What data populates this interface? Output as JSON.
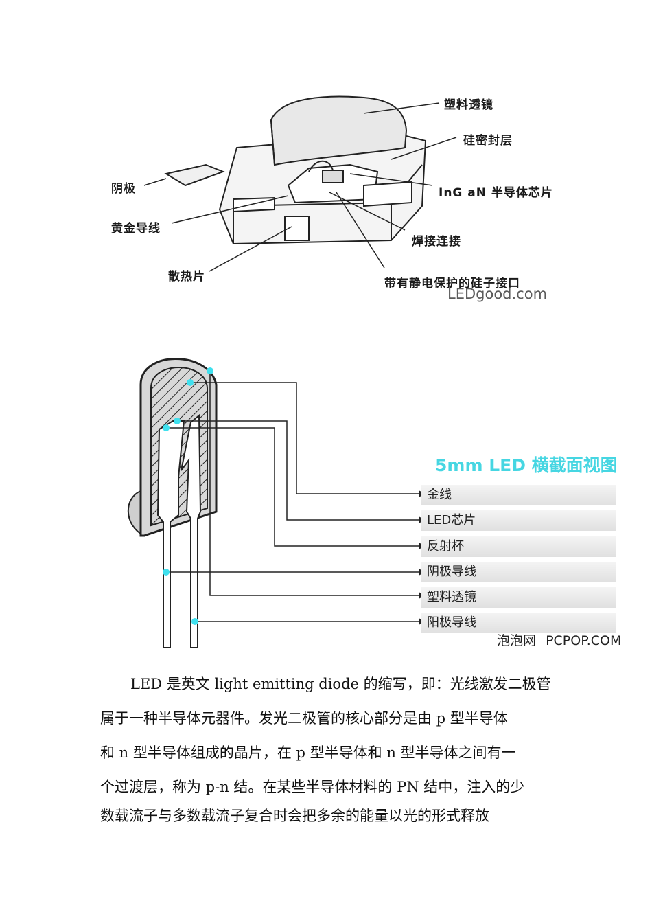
{
  "figure1": {
    "labels": {
      "lens": "塑料透镜",
      "seal": "硅密封层",
      "cathode": "阴极",
      "chip": "InG aN 半导体芯片",
      "gold_wire": "黄金导线",
      "weld": "焊接连接",
      "heatsink": "散热片",
      "esd": "带有静电保护的硅子接口"
    },
    "watermark": "LEDgood.com"
  },
  "figure2": {
    "title": "5mm LED 横截面视图",
    "legend": [
      "金线",
      "LED芯片",
      "反射杯",
      "阴极导线",
      "塑料透镜",
      "阳极导线"
    ],
    "watermark_cn": "泡泡网",
    "watermark_en": "PCPOP.COM"
  },
  "paragraph": {
    "lines": [
      "LED 是英文 light emitting diode 的缩写，即：光线激发二极管",
      "属于一种半导体元器件。发光二极管的核心部分是由 p 型半导体",
      "和 n 型半导体组成的晶片，在 p 型半导体和 n 型半导体之间有一",
      "个过渡层，称为 p-n 结。在某些半导体材料的 PN 结中，注入的少",
      "数载流子与多数载流子复合时会把多余的能量以光的形式释放"
    ]
  }
}
